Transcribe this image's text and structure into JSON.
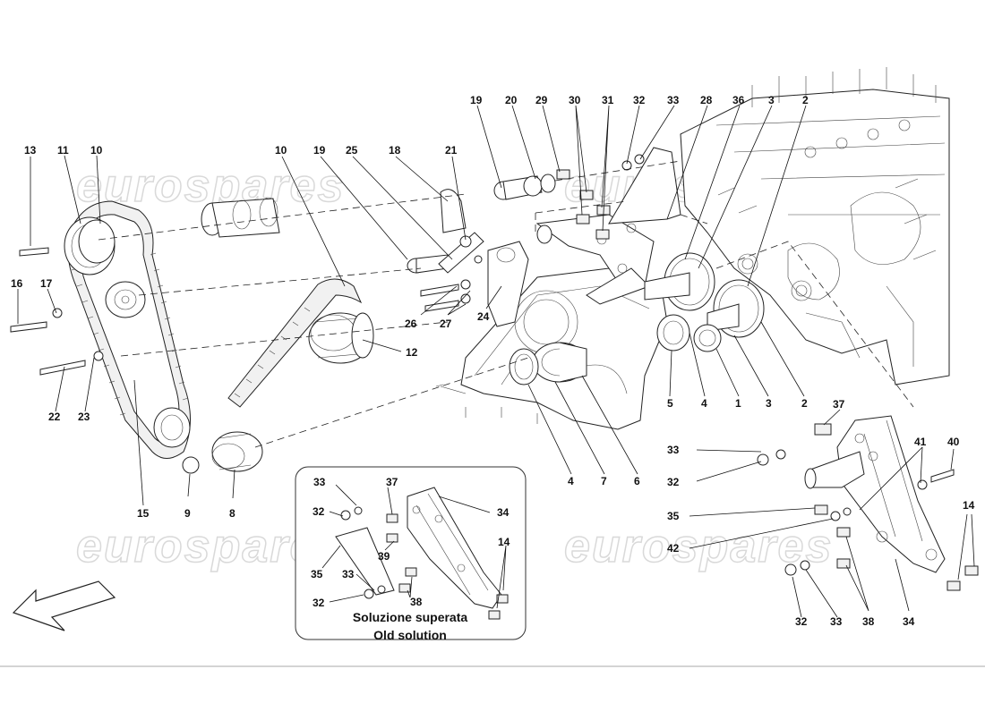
{
  "watermark": {
    "text": "eurospares"
  },
  "callouts": [
    {
      "id": "c13a",
      "text": "13"
    },
    {
      "id": "c11",
      "text": "11"
    },
    {
      "id": "c10a",
      "text": "10"
    },
    {
      "id": "c16",
      "text": "16"
    },
    {
      "id": "c17",
      "text": "17"
    },
    {
      "id": "c22",
      "text": "22"
    },
    {
      "id": "c23",
      "text": "23"
    },
    {
      "id": "c15",
      "text": "15"
    },
    {
      "id": "c9",
      "text": "9"
    },
    {
      "id": "c8",
      "text": "8"
    },
    {
      "id": "c10b",
      "text": "10"
    },
    {
      "id": "c12",
      "text": "12"
    },
    {
      "id": "c19a",
      "text": "19"
    },
    {
      "id": "c25",
      "text": "25"
    },
    {
      "id": "c18",
      "text": "18"
    },
    {
      "id": "c21",
      "text": "21"
    },
    {
      "id": "c26",
      "text": "26"
    },
    {
      "id": "c27",
      "text": "27"
    },
    {
      "id": "c24",
      "text": "24"
    },
    {
      "id": "c19b",
      "text": "19"
    },
    {
      "id": "c20",
      "text": "20"
    },
    {
      "id": "c29",
      "text": "29"
    },
    {
      "id": "c30",
      "text": "30"
    },
    {
      "id": "c31",
      "text": "31"
    },
    {
      "id": "c32a",
      "text": "32"
    },
    {
      "id": "c33a",
      "text": "33"
    },
    {
      "id": "c28",
      "text": "28"
    },
    {
      "id": "c36",
      "text": "36"
    },
    {
      "id": "c3a",
      "text": "3"
    },
    {
      "id": "c2a",
      "text": "2"
    },
    {
      "id": "c5",
      "text": "5"
    },
    {
      "id": "c4a",
      "text": "4"
    },
    {
      "id": "c1",
      "text": "1"
    },
    {
      "id": "c3b",
      "text": "3"
    },
    {
      "id": "c2b",
      "text": "2"
    },
    {
      "id": "c4b",
      "text": "4"
    },
    {
      "id": "c7",
      "text": "7"
    },
    {
      "id": "c6",
      "text": "6"
    },
    {
      "id": "c37a",
      "text": "37"
    },
    {
      "id": "c33b",
      "text": "33"
    },
    {
      "id": "c32b",
      "text": "32"
    },
    {
      "id": "c41",
      "text": "41"
    },
    {
      "id": "c40",
      "text": "40"
    },
    {
      "id": "c35a",
      "text": "35"
    },
    {
      "id": "c42",
      "text": "42"
    },
    {
      "id": "c14a",
      "text": "14"
    },
    {
      "id": "c32c",
      "text": "32"
    },
    {
      "id": "c33c",
      "text": "33"
    },
    {
      "id": "c38a",
      "text": "38"
    },
    {
      "id": "c34a",
      "text": "34"
    },
    {
      "id": "c33d",
      "text": "33"
    },
    {
      "id": "c32d",
      "text": "32"
    },
    {
      "id": "c37b",
      "text": "37"
    },
    {
      "id": "c34b",
      "text": "34"
    },
    {
      "id": "c39",
      "text": "39"
    },
    {
      "id": "c35b",
      "text": "35"
    },
    {
      "id": "c33e",
      "text": "33"
    },
    {
      "id": "c38b",
      "text": "38"
    },
    {
      "id": "c32e",
      "text": "32"
    },
    {
      "id": "c14b",
      "text": "14"
    }
  ],
  "inset": {
    "title_line1": "Soluzione superata",
    "title_line2": "Old solution"
  },
  "direction_arrow": {
    "icon": "direction-arrow-icon"
  }
}
